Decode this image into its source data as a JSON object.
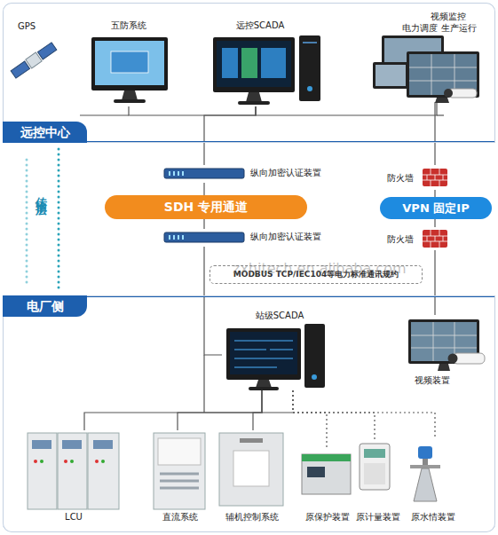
{
  "diagram": {
    "nodes": [
      {
        "text": [
          "远控中心"
        ]
      },
      {
        "text": [
          "GPS"
        ],
        "in": 0
      },
      {
        "text": [
          "五防系统"
        ],
        "in": 0
      },
      {
        "text": [
          "远控SCADA"
        ],
        "in": 0
      },
      {
        "text": [
          "视频监控",
          "电力调度 生产运行"
        ],
        "in": 0
      },
      {
        "text": [
          "纵向加密认证装置"
        ]
      },
      {
        "text": [
          "SDH 专用通道"
        ]
      },
      {
        "text": [
          "纵向加密认证装置"
        ]
      },
      {
        "text": [
          "防火墙"
        ]
      },
      {
        "text": [
          "VPN 固定IP"
        ]
      },
      {
        "text": [
          "防火墙"
        ]
      },
      {
        "text": [
          "MODBUS TCP/IEC104等电力标准通讯规约"
        ]
      },
      {
        "text": [
          "电厂侧"
        ]
      },
      {
        "text": [
          "站级SCADA"
        ],
        "in": 12
      },
      {
        "text": [
          "视频装置"
        ],
        "in": 12
      },
      {
        "text": [
          "LCU"
        ],
        "in": 12
      },
      {
        "text": [
          "直流系统"
        ],
        "in": 12
      },
      {
        "text": [
          "辅机控制系统"
        ],
        "in": 12
      },
      {
        "text": [
          "原保护装置"
        ],
        "in": 12
      },
      {
        "text": [
          "原计量装置"
        ],
        "in": 12
      },
      {
        "text": [
          "原水情装置"
        ],
        "in": 12
      }
    ],
    "edges": [
      {
        "from": 2,
        "to": 3,
        "arrow": "none"
      },
      {
        "from": 3,
        "to": 4,
        "arrow": "none"
      },
      {
        "from": 3,
        "to": 5,
        "arrow": "none"
      },
      {
        "from": 5,
        "to": 6,
        "arrow": "none"
      },
      {
        "from": 6,
        "to": 7,
        "arrow": "none"
      },
      {
        "from": 7,
        "to": 13,
        "arrow": "none"
      },
      {
        "from": 13,
        "to": 15,
        "arrow": "none"
      },
      {
        "from": 13,
        "to": 16,
        "arrow": "none"
      },
      {
        "from": 13,
        "to": 17,
        "arrow": "none"
      },
      {
        "from": 13,
        "to": 18,
        "arrow": "none"
      },
      {
        "from": 13,
        "to": 19,
        "arrow": "none"
      },
      {
        "from": 13,
        "to": 20,
        "arrow": "none"
      },
      {
        "from": 4,
        "to": 8,
        "arrow": "none"
      },
      {
        "from": 8,
        "to": 9,
        "arrow": "none"
      },
      {
        "from": 9,
        "to": 10,
        "arrow": "none"
      },
      {
        "from": 10,
        "to": 14,
        "arrow": "none"
      }
    ],
    "labels": [
      "传输层",
      "zxhitech.en.alibaba.com"
    ]
  }
}
